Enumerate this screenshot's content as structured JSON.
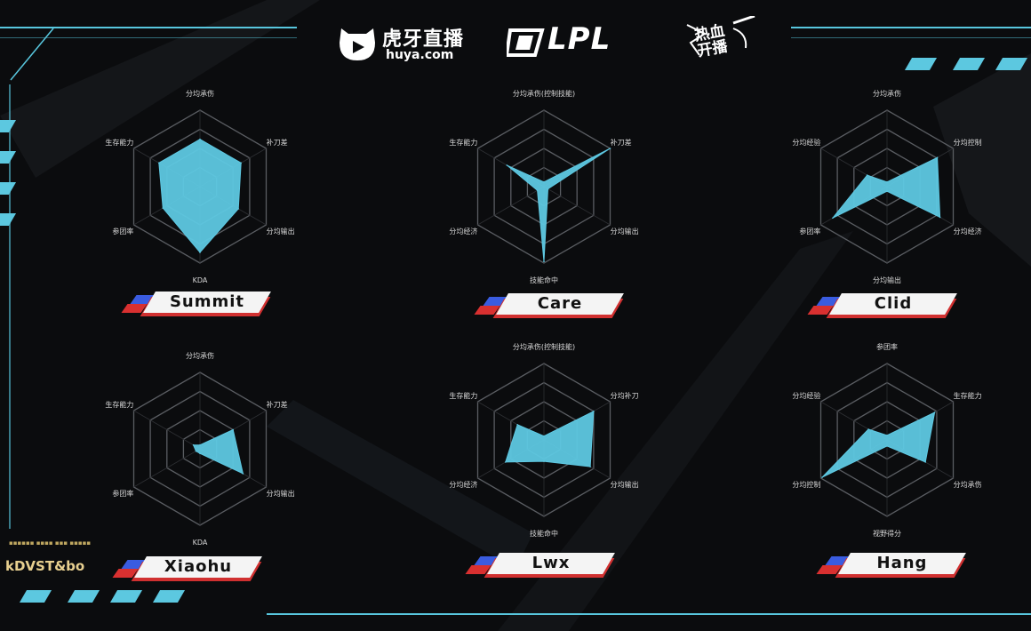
{
  "header": {
    "huya_cn": "虎牙直播",
    "huya_en": "huya.com",
    "lpl": "LPL",
    "rebo": "热血开播"
  },
  "overlay_text": "kDVST&bo",
  "colors": {
    "accent": "#5cc8e0",
    "fill": "#5ec8e2",
    "plate_red": "#d93030",
    "plate_blue": "#3a5ce0"
  },
  "chart_data": [
    {
      "type": "radar",
      "player": "Summit",
      "axes": [
        "分均承伤",
        "补刀差",
        "分均输出",
        "KDA",
        "参团率",
        "生存能力"
      ],
      "values": [
        0.62,
        0.62,
        0.58,
        0.86,
        0.56,
        0.62
      ],
      "rmax": 1
    },
    {
      "type": "radar",
      "player": "Care",
      "axes": [
        "分均承伤(控制技能)",
        "补刀差",
        "分均输出",
        "技能命中",
        "分均经济",
        "生存能力"
      ],
      "values": [
        0.06,
        1.0,
        0.06,
        0.98,
        0.1,
        0.56
      ],
      "rmax": 1
    },
    {
      "type": "radar",
      "player": "Clid",
      "axes": [
        "分均承伤",
        "分均控制",
        "分均经济",
        "分均输出",
        "参团率",
        "分均经验"
      ],
      "values": [
        0.06,
        0.76,
        0.8,
        0.06,
        0.82,
        0.3
      ],
      "rmax": 1
    },
    {
      "type": "radar",
      "player": "Xiaohu",
      "axes": [
        "分均承伤",
        "补刀差",
        "分均输出",
        "KDA",
        "参团率",
        "生存能力"
      ],
      "values": [
        0.05,
        0.5,
        0.65,
        0.06,
        0.06,
        0.1
      ],
      "rmax": 1
    },
    {
      "type": "radar",
      "player": "Lwx",
      "axes": [
        "分均承伤(控制技能)",
        "分均补刀",
        "分均输出",
        "技能命中",
        "分均经济",
        "生存能力"
      ],
      "values": [
        0.05,
        0.75,
        0.7,
        0.28,
        0.58,
        0.4
      ],
      "rmax": 1
    },
    {
      "type": "radar",
      "player": "Hang",
      "axes": [
        "参团率",
        "生存能力",
        "分均承伤",
        "视野得分",
        "分均控制",
        "分均经验"
      ],
      "values": [
        0.06,
        0.72,
        0.58,
        0.08,
        0.98,
        0.28
      ],
      "rmax": 1
    }
  ]
}
